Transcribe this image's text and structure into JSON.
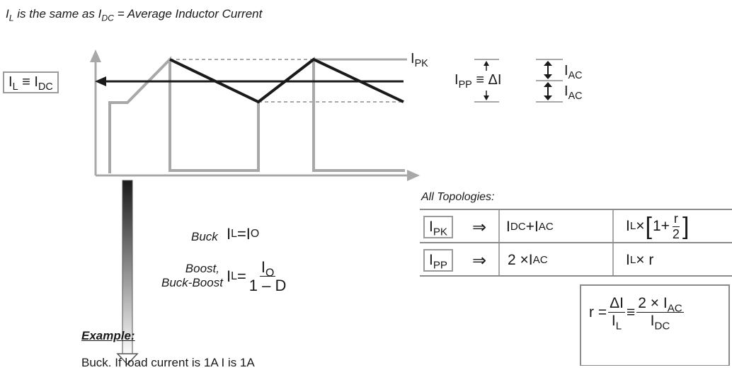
{
  "title": {
    "base": "I",
    "sub": "L",
    "mid": " is the same as ",
    "base2": "I",
    "sub2": "DC",
    "rest": " = Average Inductor Current"
  },
  "waveform": {
    "il_label": {
      "a": "I",
      "a_sub": "L",
      "op": " ≡ ",
      "b": "I",
      "b_sub": "DC"
    },
    "ipk_label": {
      "a": "I",
      "a_sub": "PK"
    },
    "ipp_label": {
      "a": "I",
      "a_sub": "PP",
      "rest": " ≡ ΔI"
    },
    "iac_upper": {
      "a": "I",
      "a_sub": "AC"
    },
    "iac_lower": {
      "a": "I",
      "a_sub": "AC"
    }
  },
  "colors": {
    "gray": "#a8a8a8",
    "dark": "#1a1a1a",
    "table_border": "#8a8a8a"
  },
  "topologies": {
    "title": "All Topologies:",
    "row1": {
      "label": {
        "a": "I",
        "a_sub": "PK"
      },
      "arrow": "⇒",
      "mid": {
        "a": "I",
        "a_sub": "DC",
        "op": " + ",
        "b": "I",
        "b_sub": "AC"
      },
      "right": {
        "a": "I",
        "a_sub": "L",
        "op": " × ",
        "one": "1+",
        "num": "r",
        "den": "2"
      }
    },
    "row2": {
      "label": {
        "a": "I",
        "a_sub": "PP"
      },
      "arrow": "⇒",
      "mid": {
        "pre": "2 × ",
        "a": "I",
        "a_sub": "AC"
      },
      "right": {
        "a": "I",
        "a_sub": "L",
        "op": " × r"
      }
    }
  },
  "formulas": {
    "buck": {
      "label": "Buck",
      "lhs": "I",
      "lhs_sub": "L",
      "eq": " = ",
      "rhs": "I",
      "rhs_sub": "O"
    },
    "boost": {
      "label1": "Boost,",
      "label2": "Buck-Boost",
      "lhs": "I",
      "lhs_sub": "L",
      "eq": " = ",
      "num": "I",
      "num_sub": "O",
      "den": "1 – D"
    }
  },
  "r_def": {
    "lhs": "r = ",
    "num1": "ΔI",
    "den1": "I",
    "den1_sub": "L",
    "eq": " ≡ ",
    "num2_pre": "2 × I",
    "num2_sub": "AC",
    "den2": "I",
    "den2_sub": "DC"
  },
  "example": {
    "heading": "Example:",
    "text": "Buck. If load current is 1A I  is 1A"
  }
}
